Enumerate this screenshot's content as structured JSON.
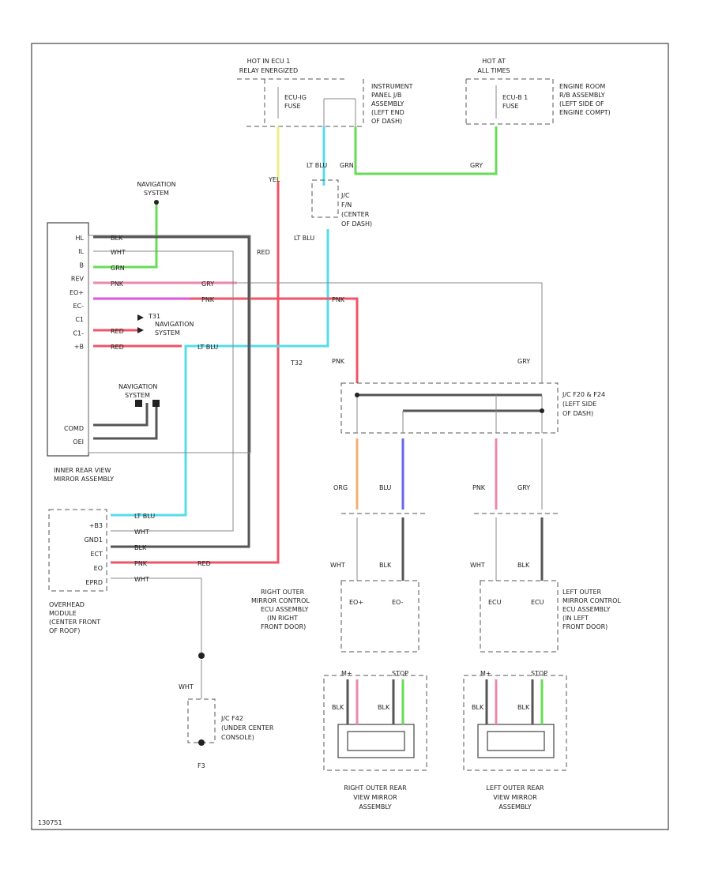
{
  "colors": {
    "green": "#66dd55",
    "cyan": "#55dde8",
    "red": "#ee5566",
    "pink": "#ee88aa",
    "magenta": "#dd55dd",
    "yellow": "#eeee88",
    "orange": "#f5b070",
    "blue": "#6666ee",
    "dark": "#555555",
    "gray": "#aaaaaa"
  },
  "labels": {
    "hot_ig1": "HOT IN ECU 1",
    "relay_energized": "RELAY ENERGIZED",
    "hot_at_all_times": "HOT AT",
    "all_times": "ALL TIMES",
    "ecu_ig_fuse": "ECU-IG",
    "fuse1": "FUSE",
    "ecu_b_fuse": "ECU-B 1",
    "fuse2": "FUSE",
    "ipjb_1": "INSTRUMENT",
    "ipjb_2": "PANEL J/B",
    "ipjb_3": "ASSEMBLY",
    "ipjb_4": "(LEFT END",
    "ipjb_5": "OF DASH)",
    "erj_1": "ENGINE ROOM",
    "erj_2": "R/B ASSEMBLY",
    "erj_3": "(LEFT SIDE OF",
    "erj_4": "ENGINE COMPT)",
    "nav_sys_top": "NAVIGATION",
    "nav_sys_top2": "SYSTEM",
    "jc_1": "J/C",
    "jc_2": "F/N",
    "jc_3": "(CENTER",
    "jc_4": "OF DASH)",
    "mirror_name_1": "INNER REAR VIEW",
    "mirror_name_2": "MIRROR ASSEMBLY",
    "nav_mid_1": "NAVIGATION",
    "nav_mid_2": "SYSTEM",
    "nav_low_1": "NAVIGATION",
    "nav_low_2": "SYSTEM",
    "overhead_1": "OVERHEAD",
    "overhead_2": "MODULE",
    "overhead_3": "(CENTER FRONT",
    "overhead_4": "OF ROOF)",
    "jc_f20_1": "J/C F20 & F24",
    "jc_f20_2": "(LEFT SIDE",
    "jc_f20_3": "OF DASH)",
    "r_ecu_1": "RIGHT OUTER",
    "r_ecu_2": "MIRROR CONTROL",
    "r_ecu_3": "ECU ASSEMBLY",
    "r_ecu_4": "(IN RIGHT",
    "r_ecu_5": "FRONT DOOR)",
    "l_ecu_1": "LEFT OUTER",
    "l_ecu_2": "MIRROR CONTROL",
    "l_ecu_3": "ECU ASSEMBLY",
    "l_ecu_4": "(IN LEFT",
    "l_ecu_5": "FRONT DOOR)",
    "jc_f42_1": "J/C F42",
    "jc_f42_2": "(UNDER CENTER",
    "jc_f42_3": "CONSOLE)",
    "r_mirror_1": "RIGHT OUTER REAR",
    "r_mirror_2": "VIEW MIRROR",
    "r_mirror_3": "ASSEMBLY",
    "l_mirror_1": "LEFT OUTER REAR",
    "l_mirror_2": "VIEW MIRROR",
    "l_mirror_3": "ASSEMBLY",
    "ground_f3": "F3",
    "footer_code": "130751"
  },
  "pins_mirror": [
    "HL",
    "IL",
    "B",
    "REV",
    "EO+",
    "EC-",
    "C1",
    "C1-",
    "+B",
    "",
    "",
    "",
    "",
    "",
    "COMD",
    "OEI"
  ],
  "pins_overhead": [
    "+B3",
    "GND1",
    "ECT",
    "EO",
    "EPRD"
  ],
  "wire_colors": {
    "blk": "BLK",
    "wht": "WHT",
    "grn": "GRN",
    "pnk": "PNK",
    "red": "RED",
    "yel": "YEL",
    "lt_blu": "LT BLU",
    "gry": "GRY",
    "org": "ORG",
    "blu": "BLU"
  },
  "terminals": {
    "eo_plus": "EO+",
    "eo_minus": "EO-",
    "ecu_a": "ECU",
    "ecu_b": "ECU",
    "m1": "M+",
    "m2": "STOP",
    "t31": "T31",
    "t32": "T32"
  }
}
